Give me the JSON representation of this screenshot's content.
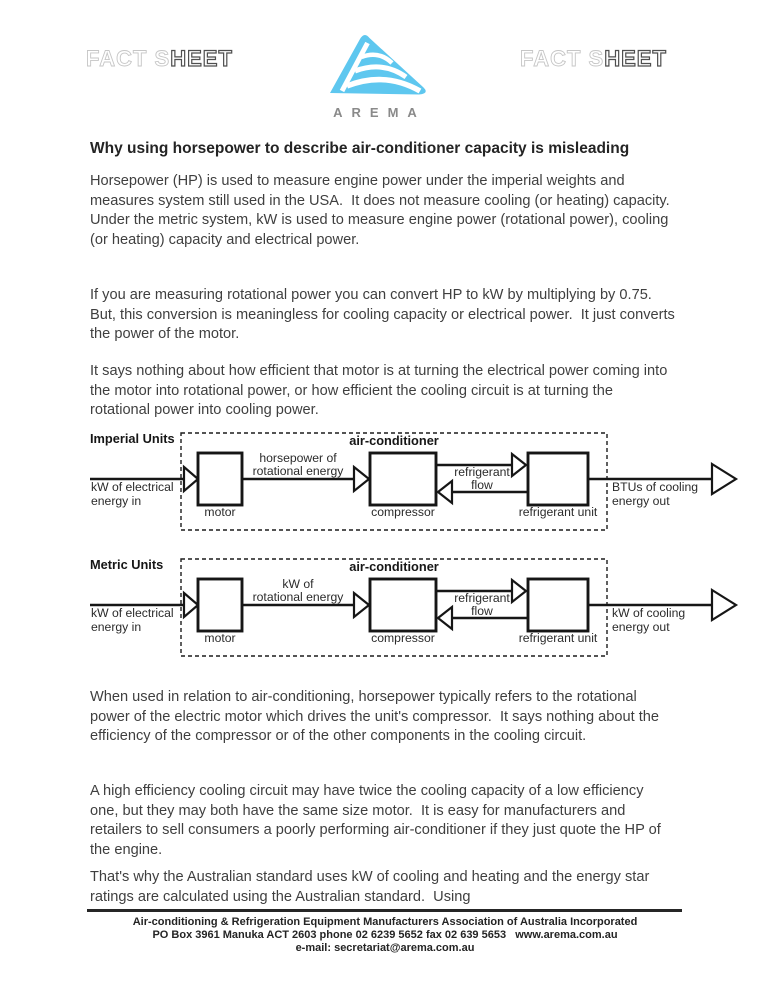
{
  "header": {
    "fact_sheet_left": {
      "part1": "FACT S",
      "part2": "HEET"
    },
    "fact_sheet_right": {
      "part1": "FACT S",
      "part2": "HEET"
    },
    "logo_text": "AREMA"
  },
  "title": "Why using horsepower to describe air-conditioner capacity is misleading",
  "paragraphs": {
    "p1": "Horsepower (HP) is used to measure engine power under the imperial weights and measures system still used in the USA.  It does not measure cooling (or heating) capacity.  Under the metric system, kW is used to measure engine power (rotational power), cooling (or heating) capacity and electrical power.",
    "p2": "If you are measuring rotational power you can convert HP to kW by multiplying by 0.75.  But, this conversion is meaningless for cooling capacity or electrical power.  It just converts the power of the motor.",
    "p3": "It says nothing about how efficient that motor is at turning the electrical power coming into the motor into rotational power, or how efficient the cooling circuit is at turning the rotational power into cooling power.",
    "p4": "When used in relation to air-conditioning, horsepower typically refers to the rotational power of the electric motor which drives the unit's compressor.  It says nothing about the efficiency of the compressor or of the other components in the cooling circuit.",
    "p5": "A high efficiency cooling circuit may have twice the cooling capacity of a low efficiency one, but they may both have the same size motor.  It is easy for manufacturers and retailers to sell consumers a poorly performing air-conditioner if they just quote the HP of the engine.",
    "p6": "That's why the Australian standard uses kW of cooling and heating and the energy star ratings are calculated using the Australian standard.  Using"
  },
  "diagrams": [
    {
      "units_label": "Imperial Units",
      "enclosure_label": "air-conditioner",
      "input_line1": "kW of electrical",
      "input_line2": "energy in",
      "shaft_line1": "horsepower of",
      "shaft_line2": "rotational energy",
      "motor_label": "motor",
      "compressor_label": "compressor",
      "flow_line1": "refrigerant",
      "flow_line2": "flow",
      "refrigerant_unit_label": "refrigerant unit",
      "output_line1": "BTUs of cooling",
      "output_line2": "energy out"
    },
    {
      "units_label": "Metric Units",
      "enclosure_label": "air-conditioner",
      "input_line1": "kW of electrical",
      "input_line2": "energy in",
      "shaft_line1": "kW of",
      "shaft_line2": "rotational energy",
      "motor_label": "motor",
      "compressor_label": "compressor",
      "flow_line1": "refrigerant",
      "flow_line2": "flow",
      "refrigerant_unit_label": "refrigerant unit",
      "output_line1": "kW of cooling",
      "output_line2": "energy out"
    }
  ],
  "footer": {
    "line1": "Air-conditioning & Refrigeration Equipment Manufacturers Association of Australia Incorporated",
    "line2": "PO Box 3961 Manuka ACT 2603 phone 02 6239 5652 fax 02 639 5653   www.arema.com.au",
    "line3": "e-mail: secretariat@arema.com.au"
  },
  "colors": {
    "logo_blue": "#5EC7EF",
    "logo_gray": "#8a8a8a",
    "body_text": "#3f3f3f",
    "ink": "#161616"
  }
}
